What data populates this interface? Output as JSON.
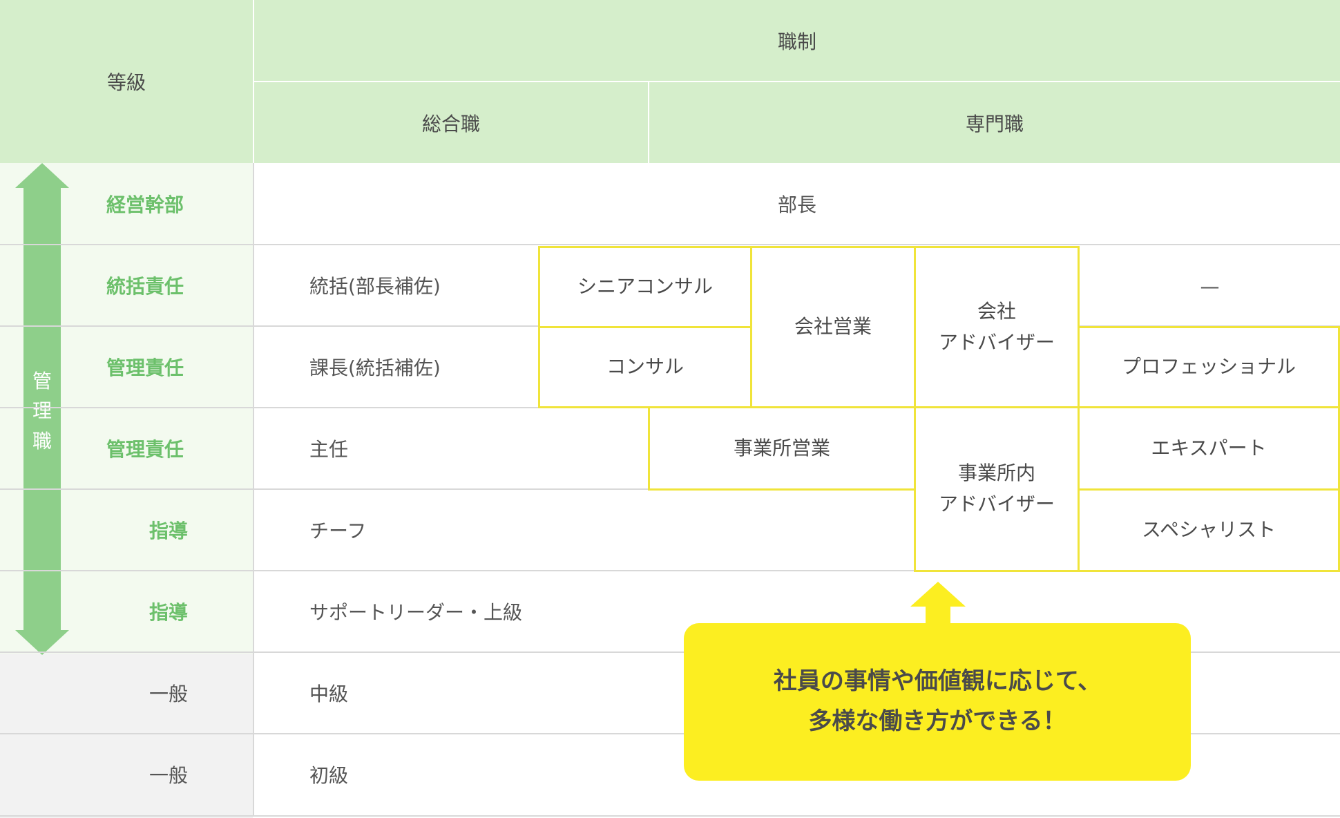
{
  "header": {
    "grade": "等級",
    "position_system": "職制",
    "general_track": "総合職",
    "specialist_track": "専門職"
  },
  "management_label": "管\n理\n職",
  "grades": [
    "経営幹部",
    "統括責任",
    "管理責任",
    "管理責任",
    "指導",
    "指導",
    "一般",
    "一般"
  ],
  "general_roles": [
    "部長",
    "統括(部長補佐)",
    "課長(統括補佐)",
    "主任",
    "チーフ",
    "サポートリーダー・上級",
    "中級",
    "初級"
  ],
  "specialist_roles": {
    "senior_consultant": "シニアコンサル",
    "consultant": "コンサル",
    "company_sales": "会社営業",
    "company_advisor": "会社\nアドバイザー",
    "dash": "—",
    "professional": "プロフェッショナル",
    "office_sales": "事業所営業",
    "office_advisor": "事業所内\nアドバイザー",
    "expert": "エキスパート",
    "specialist": "スペシャリスト"
  },
  "callout": "社員の事情や価値観に応じて、\n多様な働き方ができる！",
  "colors": {
    "header_bg": "#d5eecb",
    "management_green": "#8ecf8a",
    "highlight_yellow": "#fcee21",
    "box_border_yellow": "#f0e43a"
  }
}
